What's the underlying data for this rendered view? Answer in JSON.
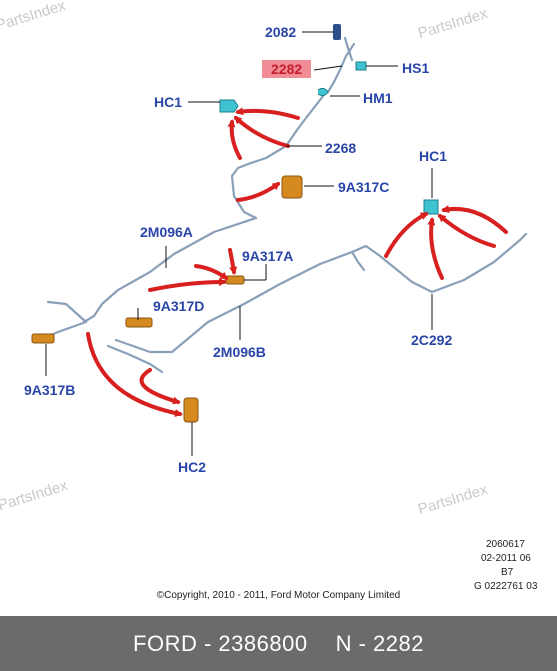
{
  "watermark": "PartsIndex",
  "callouts": {
    "c2082": "2082",
    "c2282": "2282",
    "hs1": "HS1",
    "hc1_top": "HC1",
    "hm1": "HM1",
    "c2268": "2268",
    "hc1_right": "HC1",
    "c9a317c": "9A317C",
    "c2m096a": "2M096A",
    "c9a317a": "9A317A",
    "c9a317d": "9A317D",
    "c2m096b": "2M096B",
    "c2c292": "2C292",
    "c9a317b": "9A317B",
    "hc2": "HC2"
  },
  "codes": [
    "2060617",
    "02-2011 06",
    "B7",
    "G 0222761 03"
  ],
  "copyright": "©Copyright, 2010 - 2011, Ford Motor Company Limited",
  "footer": {
    "part": "FORD - 2386800",
    "ref": "N - 2282"
  },
  "colors": {
    "callout_text": "#2a45a8",
    "highlight_bg": "#f08c96",
    "highlight_text": "#c51d2e",
    "arrow": "#d7201f",
    "connector": "#3fc3d3",
    "bracket": "#d48a1e",
    "footer_bg": "#6b6b6b"
  }
}
